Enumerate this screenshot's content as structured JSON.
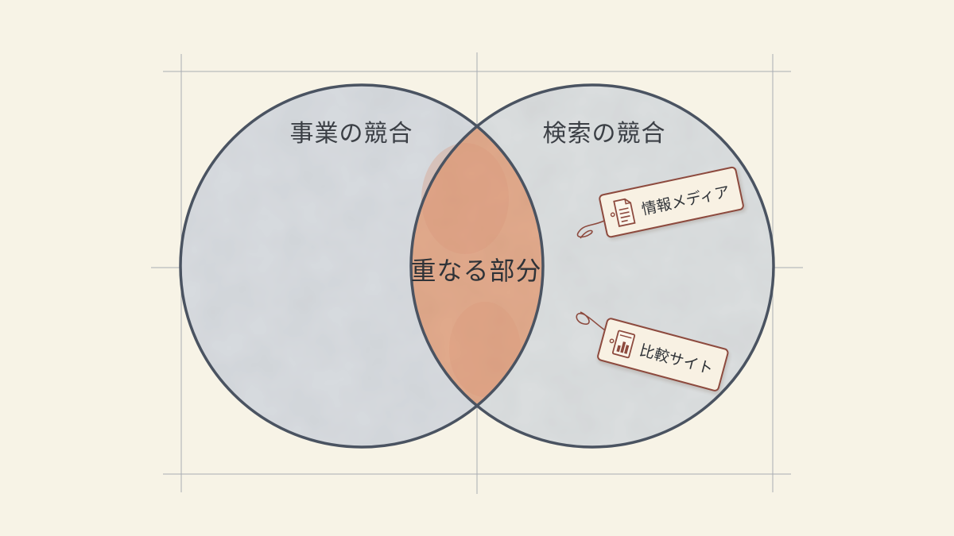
{
  "diagram": {
    "left_set_label": "事業の競合",
    "right_set_label": "検索の競合",
    "overlap_label": "重なる部分"
  },
  "tags": [
    {
      "label": "情報メディア",
      "icon": "document-icon"
    },
    {
      "label": "比較サイト",
      "icon": "chart-document-icon"
    }
  ],
  "colors": {
    "background": "#f7f3e6",
    "circle_fill": "#dadde0",
    "overlap_fill": "#e3ab8d",
    "outline": "#4a5361",
    "guide_lines": "#8e96a3",
    "tag_border": "#8d4a3e",
    "tag_fill": "#f8f1e3"
  }
}
